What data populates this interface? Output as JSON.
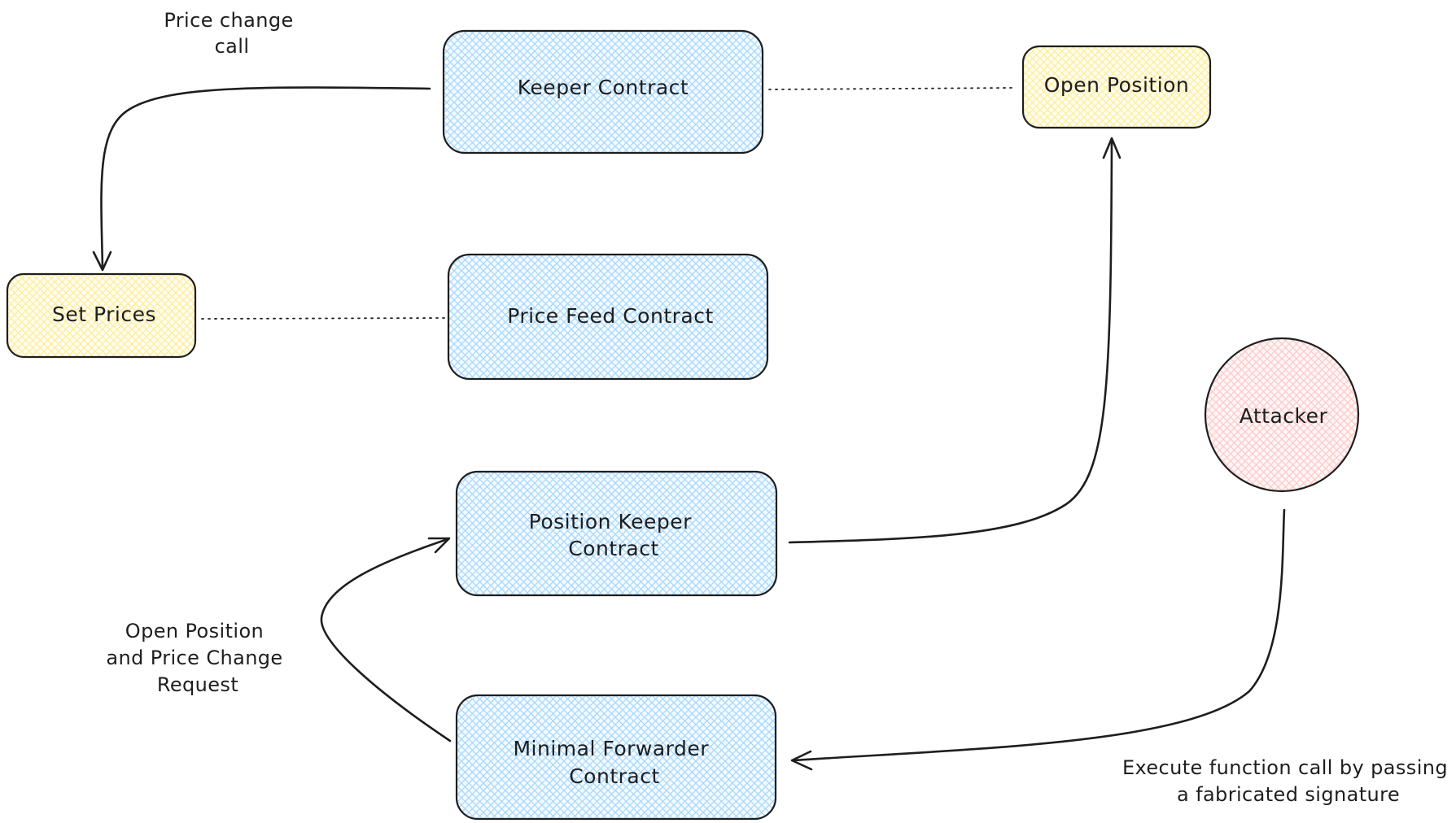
{
  "nodes": {
    "keeper_contract": {
      "lines": [
        "Keeper Contract"
      ],
      "fill": "#a5d8ff"
    },
    "open_position": {
      "lines": [
        "Open Position"
      ],
      "fill": "#ffec99"
    },
    "set_prices": {
      "lines": [
        "Set Prices"
      ],
      "fill": "#ffec99"
    },
    "price_feed_contract": {
      "lines": [
        "Price Feed Contract"
      ],
      "fill": "#a5d8ff"
    },
    "attacker": {
      "lines": [
        "Attacker"
      ],
      "fill": "#ffc9c9"
    },
    "position_keeper_contract": {
      "lines": [
        "Position Keeper",
        "Contract"
      ],
      "fill": "#a5d8ff"
    },
    "minimal_forwarder_contract": {
      "lines": [
        "Minimal Forwarder",
        "Contract"
      ],
      "fill": "#a5d8ff"
    }
  },
  "edge_labels": {
    "price_change_call": [
      "Price change",
      "call"
    ],
    "open_position_request": [
      "Open Position",
      "and Price Change",
      "Request"
    ],
    "execute_function_call": [
      "Execute function call by passing",
      "a fabricated signature"
    ]
  },
  "colors": {
    "stroke": "#1e1e1e",
    "hatch_blue": "#a5d8ff",
    "hatch_yellow": "#ffec99",
    "hatch_red": "#ffc9c9"
  }
}
